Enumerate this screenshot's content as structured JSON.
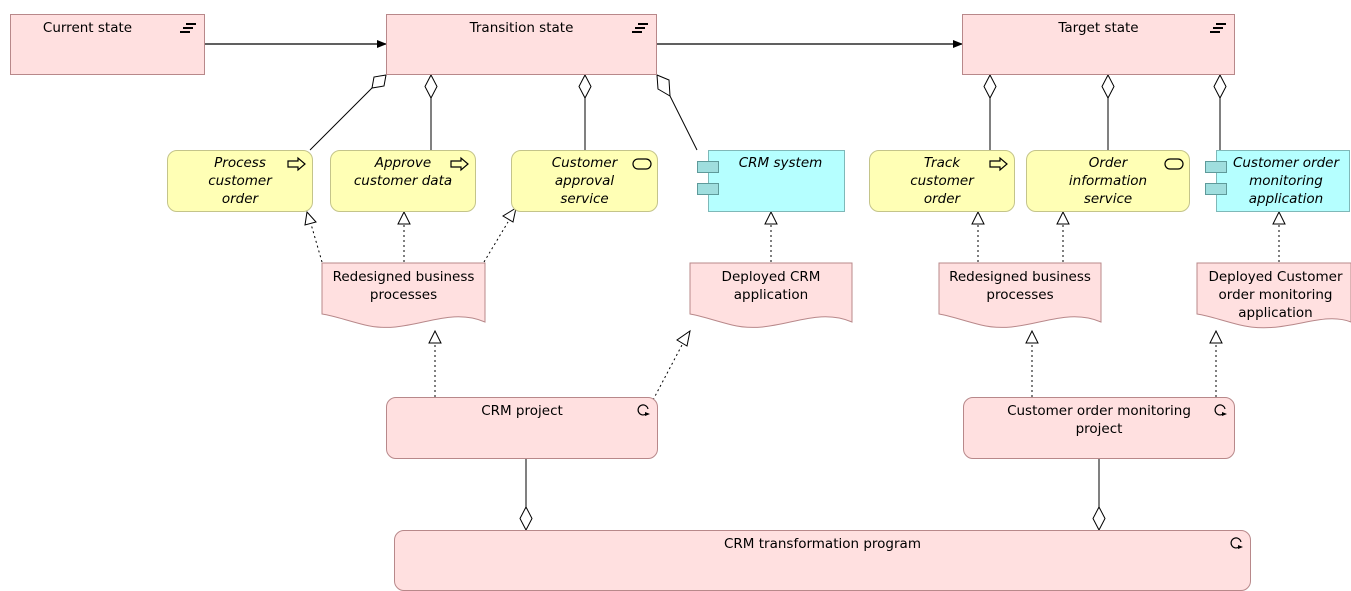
{
  "plateaus": {
    "current": "Current state",
    "transition": "Transition state",
    "target": "Target state"
  },
  "elements": {
    "process_customer_order": "Process customer order",
    "approve_customer_data": "Approve customer data",
    "customer_approval_service": "Customer approval service",
    "crm_system": "CRM system",
    "track_customer_order": "Track customer order",
    "order_information_service": "Order information service",
    "customer_order_monitoring_application": "Customer order monitoring application"
  },
  "deliverables": {
    "redesigned_1": "Redesigned business processes",
    "deployed_crm": "Deployed CRM application",
    "redesigned_2": "Redesigned business processes",
    "deployed_customer_order": "Deployed Customer order monitoring application"
  },
  "work_packages": {
    "crm_project": "CRM project",
    "customer_order_project": "Customer order monitoring project",
    "crm_program": "CRM transformation program"
  },
  "colors": {
    "plateau_fill": "#ffe0e0",
    "business_fill": "#ffffb5",
    "application_fill": "#b5ffff"
  }
}
